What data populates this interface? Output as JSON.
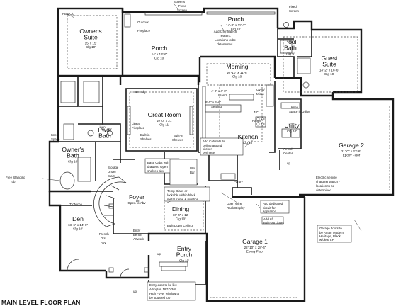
{
  "title": "MAIN LEVEL FLOOR PLAN",
  "rooms": [
    {
      "id": "owners-suite",
      "name": [
        "Owner's",
        "Suite"
      ],
      "dims": [
        "15' x 15'",
        "Clg 10'"
      ]
    },
    {
      "id": "porch-west",
      "name": [
        "Porch"
      ],
      "dims": [
        "14' x 13'-6\"",
        "Clg 10'"
      ]
    },
    {
      "id": "porch-north",
      "name": [
        "Porch"
      ],
      "dims": [
        "14'-3\" x 11'-2\"",
        "Clg 10'"
      ]
    },
    {
      "id": "pool-bath",
      "name": [
        "Pool",
        "Bath"
      ],
      "dims": [
        "Clg 9'"
      ]
    },
    {
      "id": "guest-suite",
      "name": [
        "Guest",
        "Suite"
      ],
      "dims": [
        "14'-2\" x 16'-6\"",
        "Clg 10'"
      ]
    },
    {
      "id": "morning",
      "name": [
        "Morning"
      ],
      "dims": [
        "10'-10\" x 11'-6\"",
        "Clg 10'"
      ]
    },
    {
      "id": "great-room",
      "name": [
        "Great Room"
      ],
      "dims": [
        "19'-0\" x 21'",
        "Clg 11'"
      ]
    },
    {
      "id": "kitchen",
      "name": [
        "Kitchen"
      ],
      "dims": [
        "Clg 10'"
      ]
    },
    {
      "id": "utility",
      "name": [
        "Utility"
      ],
      "dims": [
        "Clg 10'"
      ]
    },
    {
      "id": "garage-2",
      "name": [
        "Garage 2"
      ],
      "dims": [
        "21'-0\" x 23'-6\"",
        "Epoxy Floor"
      ]
    },
    {
      "id": "powder-bath",
      "name": [
        "Pwdr",
        "Bath"
      ],
      "dims": []
    },
    {
      "id": "owners-bath",
      "name": [
        "Owner's",
        "Bath"
      ],
      "dims": [
        "Clg 10'"
      ]
    },
    {
      "id": "foyer",
      "name": [
        "Foyer"
      ],
      "dims": [
        "Open to Abv"
      ]
    },
    {
      "id": "dining",
      "name": [
        "Dining"
      ],
      "dims": [
        "16'-4\" x 12'",
        "Clg 10'"
      ]
    },
    {
      "id": "den",
      "name": [
        "Den"
      ],
      "dims": [
        "13'-6\" x 14'-6\"",
        "Clg 10'"
      ]
    },
    {
      "id": "entry-porch",
      "name": [
        "Entry",
        "Porch"
      ],
      "dims": [
        "Clg 10'"
      ]
    },
    {
      "id": "garage-1",
      "name": [
        "Garage 1"
      ],
      "dims": [
        "22'-10\" x 28'-4\"",
        "Epoxy Floor"
      ]
    }
  ],
  "notes": {
    "rbs_clg": "RBS Clg",
    "screens": "Screens",
    "fixed_screen_left": [
      "Fixed",
      "Screen"
    ],
    "fixed_screen_right": [
      "Fixed",
      "Screen"
    ],
    "outdoor_fireplace": [
      "Outdoor",
      "Fireplace"
    ],
    "heaters": [
      "Add (2) infratech",
      "heaters.",
      "Locations to be",
      "determined."
    ],
    "bm_clg": "Bm Clg",
    "linear_fireplace": [
      "Linear",
      "Fireplace"
    ],
    "built_in_shelves_1": [
      "Built-in",
      "Shelves"
    ],
    "built_in_shelves_2": [
      "Built-in",
      "Shelves"
    ],
    "island": [
      "4'-0\" x 4'-6\"",
      "Island"
    ],
    "seating": [
      "9'-0\" x 4'-6\"",
      "Seating"
    ],
    "oven_micro": [
      "Oven/",
      "Micro"
    ],
    "range": [
      "48\"",
      "Range"
    ],
    "knee_space": [
      "Knee",
      "Space in Utility"
    ],
    "arrival_center": [
      "Arrival",
      "Center"
    ],
    "cabinets": [
      "Add Cabinets to",
      "ceiling around",
      "kitchen",
      "perimeter"
    ],
    "knee_space_bath": [
      "Knee",
      "Space"
    ],
    "base_cabs": [
      "Base Cabs with",
      "drawers. Open",
      "shelves abv"
    ],
    "wet_bar": [
      "Wet",
      "Bar"
    ],
    "pantry": "Pantry",
    "linen": "Linen",
    "storage": [
      "Storage",
      "Under",
      "Stairs"
    ],
    "free_standing_tub": [
      "Free Standing",
      "Tub"
    ],
    "open_wine": [
      "Open Wine",
      "Rack Display"
    ],
    "temp_glass": [
      "Temp Glass or",
      "lockable within black",
      "metal frame & muntins."
    ],
    "dedicated_circuit": [
      "Add dedicated",
      "circuit for",
      "appliance."
    ],
    "charging_station": [
      "Electric Vehicle",
      "charging station -",
      "location to be",
      "determined"
    ],
    "built_out_closet": [
      "Add 6ft",
      "Built-out closet"
    ],
    "tv_niche": "TV Niche",
    "french_drs": [
      "French",
      "Drs",
      "Abv"
    ],
    "entry_art": [
      "Entry",
      "Bench",
      "Artwork"
    ],
    "built_down_ceiling": "Built-Down Ceiling",
    "garage_doors": [
      "Garage doors to",
      "be Amarr Modern",
      "Heritage, Black",
      "w/clear LP"
    ],
    "entry_door": [
      "Entry door to be like",
      "Arlington 18/10 3/8",
      "High Foyer window to",
      "be squared top"
    ],
    "up_1": "up",
    "up_2": "up",
    "up_3": "up",
    "dn": "Dn"
  }
}
